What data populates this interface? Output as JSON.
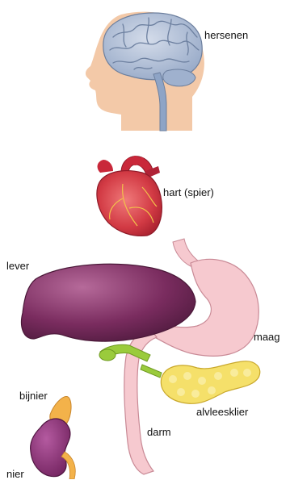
{
  "labels": {
    "brain": "hersenen",
    "heart": "hart (spier)",
    "liver": "lever",
    "stomach": "maag",
    "adrenal": "bijnier",
    "pancreas": "alvleesklier",
    "intestine": "darm",
    "kidney": "nier"
  },
  "colors": {
    "skin": "#f3c9a8",
    "brain": "#a9b9d3",
    "spine": "#8ea4c6",
    "heart": "#c9283a",
    "liver": "#7a2c5f",
    "stomach": "#f6c9cf",
    "bile": "#9acb3c",
    "pancreas": "#f5e06a",
    "adrenal": "#f3b24a",
    "kidney": "#8a2e73"
  }
}
